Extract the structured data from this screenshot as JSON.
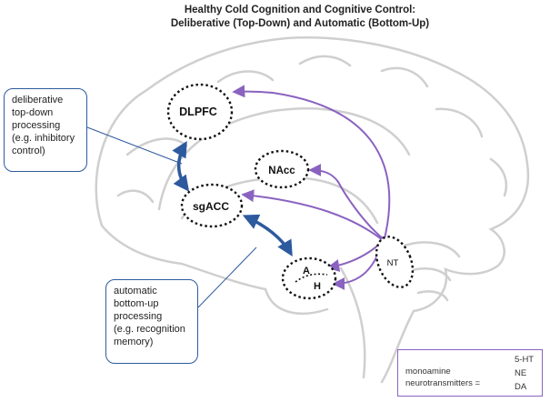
{
  "title_line1": "Healthy Cold Cognition and Cognitive Control:",
  "title_line2": "Deliberative (Top-Down) and Automatic (Bottom-Up)",
  "regions": {
    "dlpfc": "DLPFC",
    "nacc": "NAcc",
    "sgacc": "sgACC",
    "amygdala": "A",
    "hippocampus": "H",
    "neurotransmitter_source": "NT"
  },
  "callouts": {
    "deliberative": [
      "deliberative",
      "top-down",
      "processing",
      "(e.g. inhibitory",
      "control)"
    ],
    "automatic": [
      "automatic",
      "bottom-up",
      "processing",
      "(e.g. recognition",
      "memory)"
    ]
  },
  "legend": {
    "line1": "monoamine",
    "line2": "neurotransmitters =",
    "items": [
      "5-HT",
      "NE",
      "DA"
    ]
  },
  "colors": {
    "brain_outline": "#cfcfcf",
    "region_border": "#111111",
    "blue_arrow": "#2d5a9e",
    "purple_arrow": "#8a62c0"
  }
}
